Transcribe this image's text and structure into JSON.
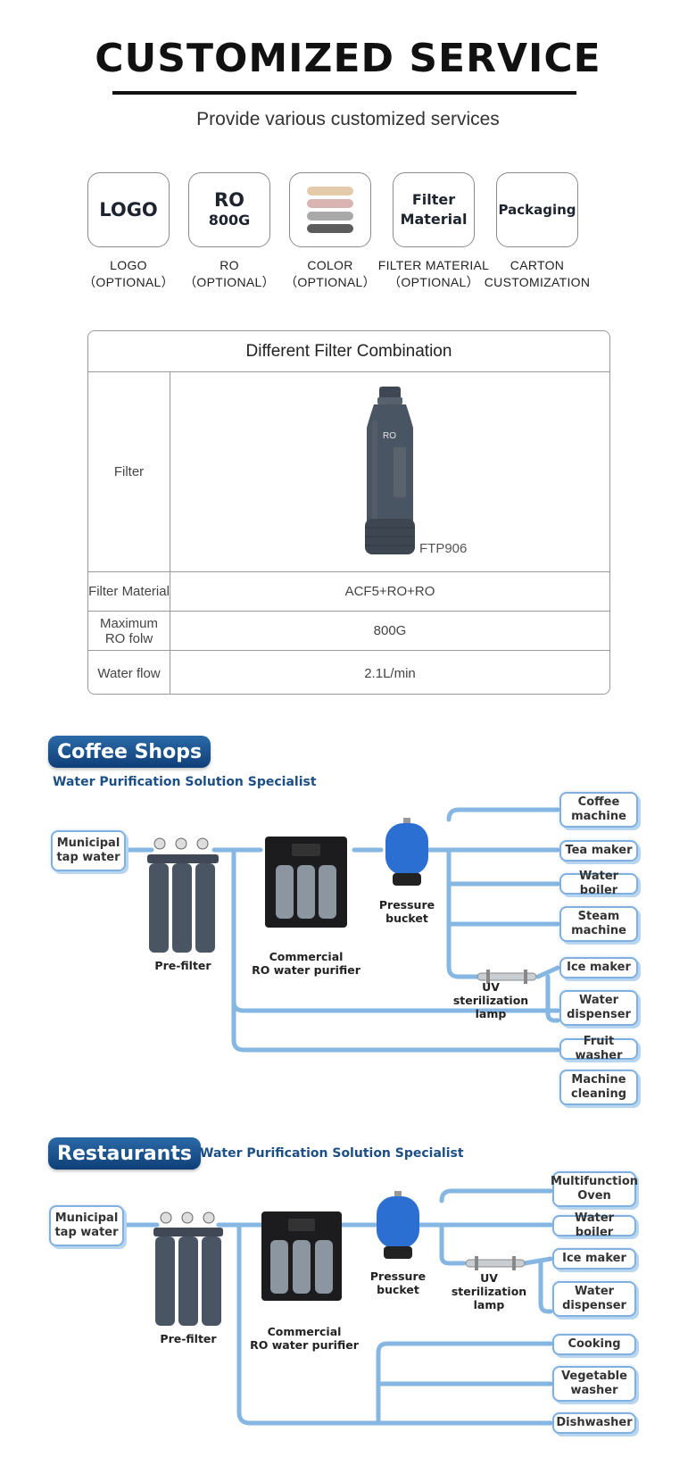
{
  "header": {
    "title": "CUSTOMIZED SERVICE",
    "subtitle": "Provide various customized services"
  },
  "options": [
    {
      "box_line1": "LOGO",
      "box_line2": "",
      "label_line1": "LOGO",
      "label_line2": "（OPTIONAL）"
    },
    {
      "box_line1": "RO",
      "box_line2": "800G",
      "label_line1": "RO",
      "label_line2": "（OPTIONAL）"
    },
    {
      "box_line1": "",
      "box_line2": "",
      "label_line1": "COLOR",
      "label_line2": "（OPTIONAL）",
      "swatches": [
        "#e3cba9",
        "#d9b4b0",
        "#a9a9a9",
        "#5c5c5c"
      ]
    },
    {
      "box_line1": "Filter",
      "box_line2": "Material",
      "label_line1": "FILTER MATERIAL",
      "label_line2": "（OPTIONAL）"
    },
    {
      "box_line1": "Packaging",
      "box_line2": "",
      "label_line1": "CARTON",
      "label_line2": "CUSTOMIZATION"
    }
  ],
  "spec_table": {
    "header": "Different Filter Combination",
    "filter_label": "Filter",
    "cartridge_text": "RO",
    "model": "FTP906",
    "rows": [
      {
        "label": "Filter Material",
        "value": "ACF5+RO+RO"
      },
      {
        "label": "Maximum RO folw",
        "value": "800G"
      },
      {
        "label": "Water flow",
        "value": "2.1L/min"
      }
    ]
  },
  "coffee": {
    "badge": "Coffee Shops",
    "subtitle": "Water Purification Solution Specialist",
    "source": "Municipal tap water",
    "prefilter": "Pre-filter",
    "purifier_l1": "Commercial",
    "purifier_l2": "RO water purifier",
    "bucket_l1": "Pressure",
    "bucket_l2": "bucket",
    "uv_l1": "UV sterilization",
    "uv_l2": "lamp",
    "outputs": [
      "Coffee machine",
      "Tea maker",
      "Water boiler",
      "Steam machine",
      "Ice maker",
      "Water dispenser",
      "Fruit washer",
      "Machine cleaning"
    ]
  },
  "restaurants": {
    "badge": "Restaurants",
    "subtitle": "Water Purification Solution Specialist",
    "source": "Municipal tap water",
    "prefilter": "Pre-filter",
    "purifier_l1": "Commercial",
    "purifier_l2": "RO water purifier",
    "bucket_l1": "Pressure",
    "bucket_l2": "bucket",
    "uv_l1": "UV sterilization",
    "uv_l2": "lamp",
    "outputs": [
      "Multifunction Oven",
      "Water boiler",
      "Ice maker",
      "Water dispenser",
      "Cooking",
      "Vegetable washer",
      "Dishwasher"
    ]
  },
  "colors": {
    "pipe": "#86b6e2",
    "badge": "#1a4f8a",
    "subtitle": "#1c4f86",
    "bucket": "#2a6fd1",
    "filter_body": "#4a5563"
  }
}
